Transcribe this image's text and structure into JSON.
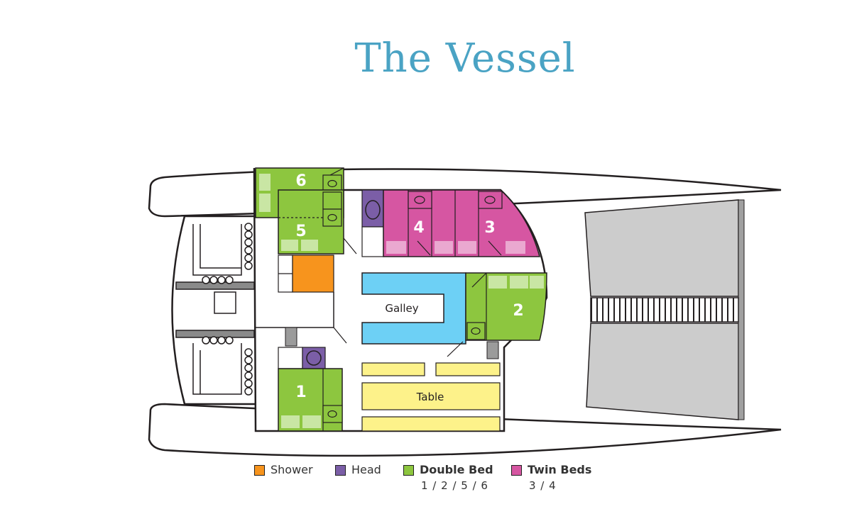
{
  "title": "The Vessel",
  "colors": {
    "title": "#4aa3c4",
    "shower": "#f7941d",
    "head": "#7b5ea7",
    "double_bed": "#8dc63f",
    "twin_beds": "#d656a2",
    "galley": "#6dd0f5",
    "table": "#fdf28a",
    "gray": "#cccccc",
    "outline": "#231f20"
  },
  "cabins": {
    "c1": "1",
    "c2": "2",
    "c3": "3",
    "c4": "4",
    "c5": "5",
    "c6": "6"
  },
  "areas": {
    "galley": "Galley",
    "table": "Table"
  },
  "legend": {
    "shower": "Shower",
    "head": "Head",
    "double_bed": "Double Bed",
    "double_bed_cabins": "1 / 2 / 5 / 6",
    "twin_beds": "Twin Beds",
    "twin_beds_cabins": "3 / 4"
  }
}
